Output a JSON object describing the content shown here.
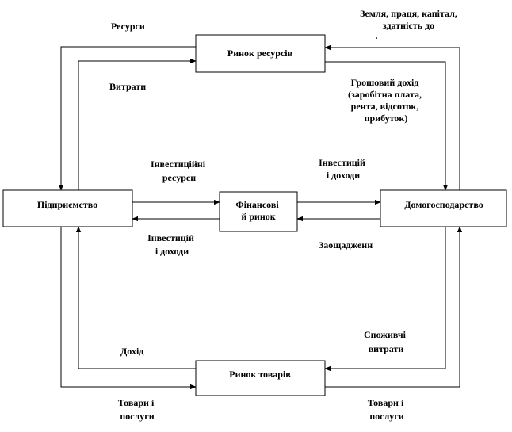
{
  "nodes": {
    "resource_market": {
      "label": [
        "Ринок ресурсів"
      ]
    },
    "enterprise": {
      "label": [
        "Підприємство"
      ]
    },
    "financial_market": {
      "label": [
        "Фінансові",
        "й ринок"
      ]
    },
    "household": {
      "label": [
        "Домогосподарство"
      ]
    },
    "goods_market": {
      "label": [
        "Ринок товарів"
      ]
    }
  },
  "edge_labels": {
    "resources": [
      "Ресурси"
    ],
    "land_labor": [
      "Земля, праця, капітал,",
      "здатність до",
      "."
    ],
    "expenses": [
      "Витрати"
    ],
    "money_income": [
      "Грошовий дохід",
      "(заробітна плата,",
      "рента, відсоток,",
      "прибуток)"
    ],
    "investment_resources": [
      "Інвестиційні",
      "ресурси"
    ],
    "investment_income_hh": [
      "Інвестицій",
      "і доходи"
    ],
    "investment_income_ent": [
      "Інвестицій",
      "і доходи"
    ],
    "savings": [
      "Заощадженн"
    ],
    "income": [
      "Дохід"
    ],
    "consumer_spending": [
      "Споживчі",
      "витрати"
    ],
    "goods_services_left": [
      "Товари і",
      "послуги"
    ],
    "goods_services_right": [
      "Товари і",
      "послуги"
    ]
  }
}
